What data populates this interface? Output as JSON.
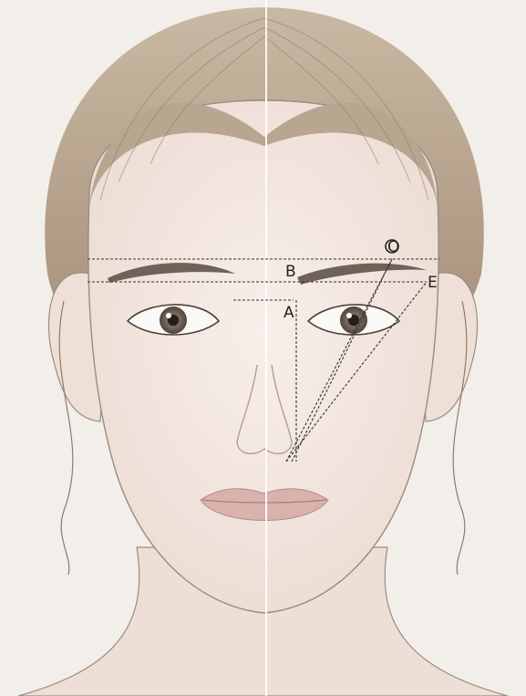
{
  "labels": {
    "o": "O",
    "b": "B",
    "e": "E",
    "a": "A"
  },
  "colors": {
    "background": "#f2efea",
    "skin": "#f4e9e3",
    "skin_shadow": "#e9d8cf",
    "hair": "#b9a895",
    "hair_dark": "#8e7c69",
    "brow": "#6f6258",
    "lips": "#d9b2ad",
    "guide_line": "#333333"
  },
  "icons": [
    "face-illustration"
  ]
}
